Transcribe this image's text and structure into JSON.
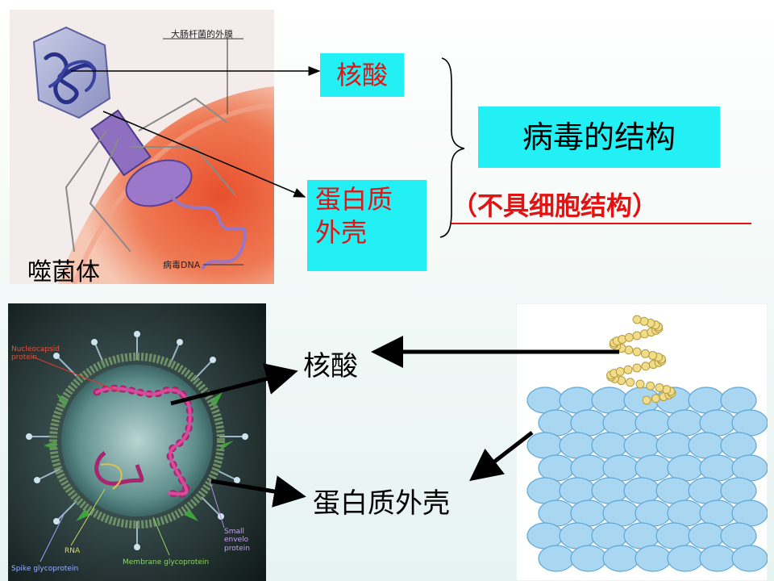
{
  "phage": {
    "name": "噬菌体",
    "label_ecoli_membrane": "大肠杆菌的外膜",
    "label_viral_dna": "病毒DNA"
  },
  "labels": {
    "nucleic_acid": "核酸",
    "protein_shell_line1": "蛋白质",
    "protein_shell_line2": "外壳",
    "title": "病毒的结构",
    "note": "（不具细胞结构）"
  },
  "virus": {
    "nucleocapsid_line1": "Nucleocapsid",
    "nucleocapsid_line2": "protein",
    "rna": "RNA",
    "spike": "Spike glycoprotein",
    "membrane": "Membrane glycoprotein",
    "small_env_line1": "Small envelo",
    "small_env_line2": "protein"
  },
  "bottom_labels": {
    "nucleic_acid": "核酸",
    "protein_shell": "蛋白质外壳"
  },
  "colors": {
    "cyan_box": "#22f0f4",
    "red_text": "#e31313",
    "cell_red": "#e8502c"
  }
}
